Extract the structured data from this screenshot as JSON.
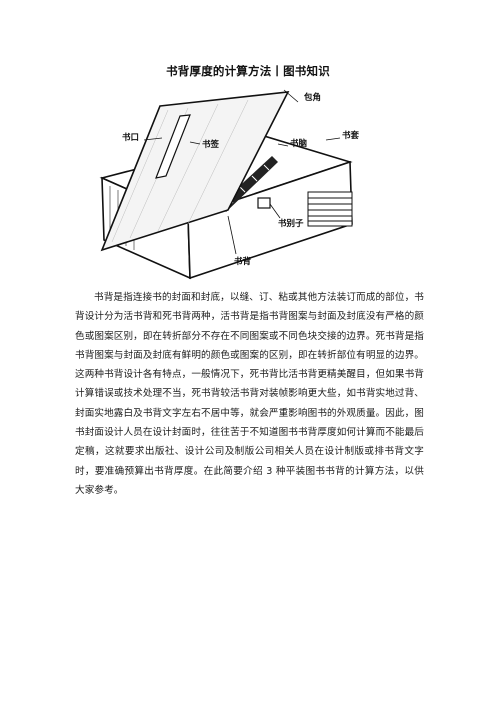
{
  "title": "书背厚度的计算方法丨图书知识",
  "figure": {
    "labels": {
      "corner": "包角",
      "edge": "书口",
      "label_strip": "书签",
      "head": "书脑",
      "case": "书套",
      "clasp": "书别子",
      "spine": "书背"
    }
  },
  "paragraph": "书背是指连接书的封面和封底，以缝、订、粘或其他方法装订而成的部位，书背设计分为活书背和死书背两种，活书背是指书背图案与封面及封底没有严格的颜色或图案区别，即在转折部分不存在不同图案或不同色块交接的边界。死书背是指书背图案与封面及封底有鲜明的颜色或图案的区别，即在转折部位有明显的边界。这两种书背设计各有特点，一般情况下，死书背比活书背更精美醒目，但如果书背计算错误或技术处理不当，死书背较活书背对装帧影响更大些，如书背实地过背、封面实地露白及书背文字左右不居中等，就会严重影响图书的外观质量。因此，图书封面设计人员在设计封面时，往往苦于不知道图书书背厚度如何计算而不能最后定稿，这就要求出版社、设计公司及制版公司相关人员在设计制版或排书背文字时，要准确预算出书背厚度。在此简要介绍 3 种平装图书书背的计算方法，以供大家参考。"
}
